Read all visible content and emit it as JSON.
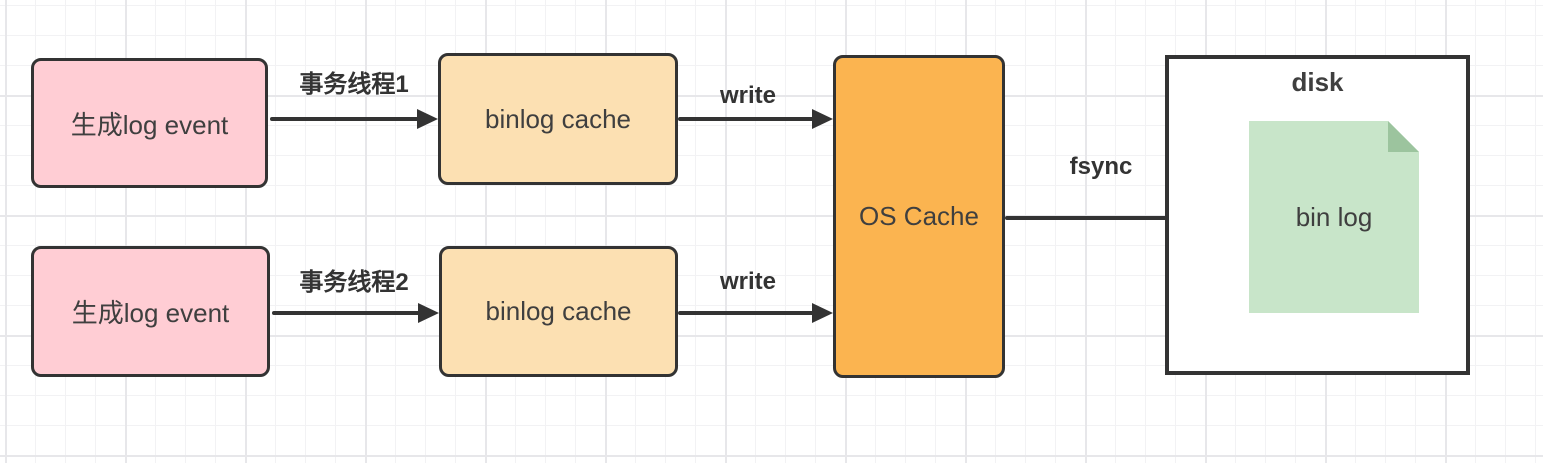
{
  "diagram": {
    "nodes": {
      "log_event_1": {
        "label": "生成log event"
      },
      "log_event_2": {
        "label": "生成log event"
      },
      "binlog_cache_1": {
        "label": "binlog cache"
      },
      "binlog_cache_2": {
        "label": "binlog cache"
      },
      "os_cache": {
        "label": "OS Cache"
      },
      "disk": {
        "label": "disk"
      },
      "binlog_file": {
        "label": "bin log"
      }
    },
    "edges": {
      "thread_1": {
        "label": "事务线程1"
      },
      "thread_2": {
        "label": "事务线程2"
      },
      "write_1": {
        "label": "write"
      },
      "write_2": {
        "label": "write"
      },
      "fsync": {
        "label": "fsync"
      }
    },
    "colors": {
      "node_pink": "#FFCDD4",
      "node_tan": "#FCE0B2",
      "node_orange": "#FBB450",
      "doc_green": "#C8E5C9",
      "doc_fold": "#9CC49E",
      "border": "#333333",
      "line": "#333333",
      "text": "#3F3F3F",
      "label": "#333333"
    }
  }
}
